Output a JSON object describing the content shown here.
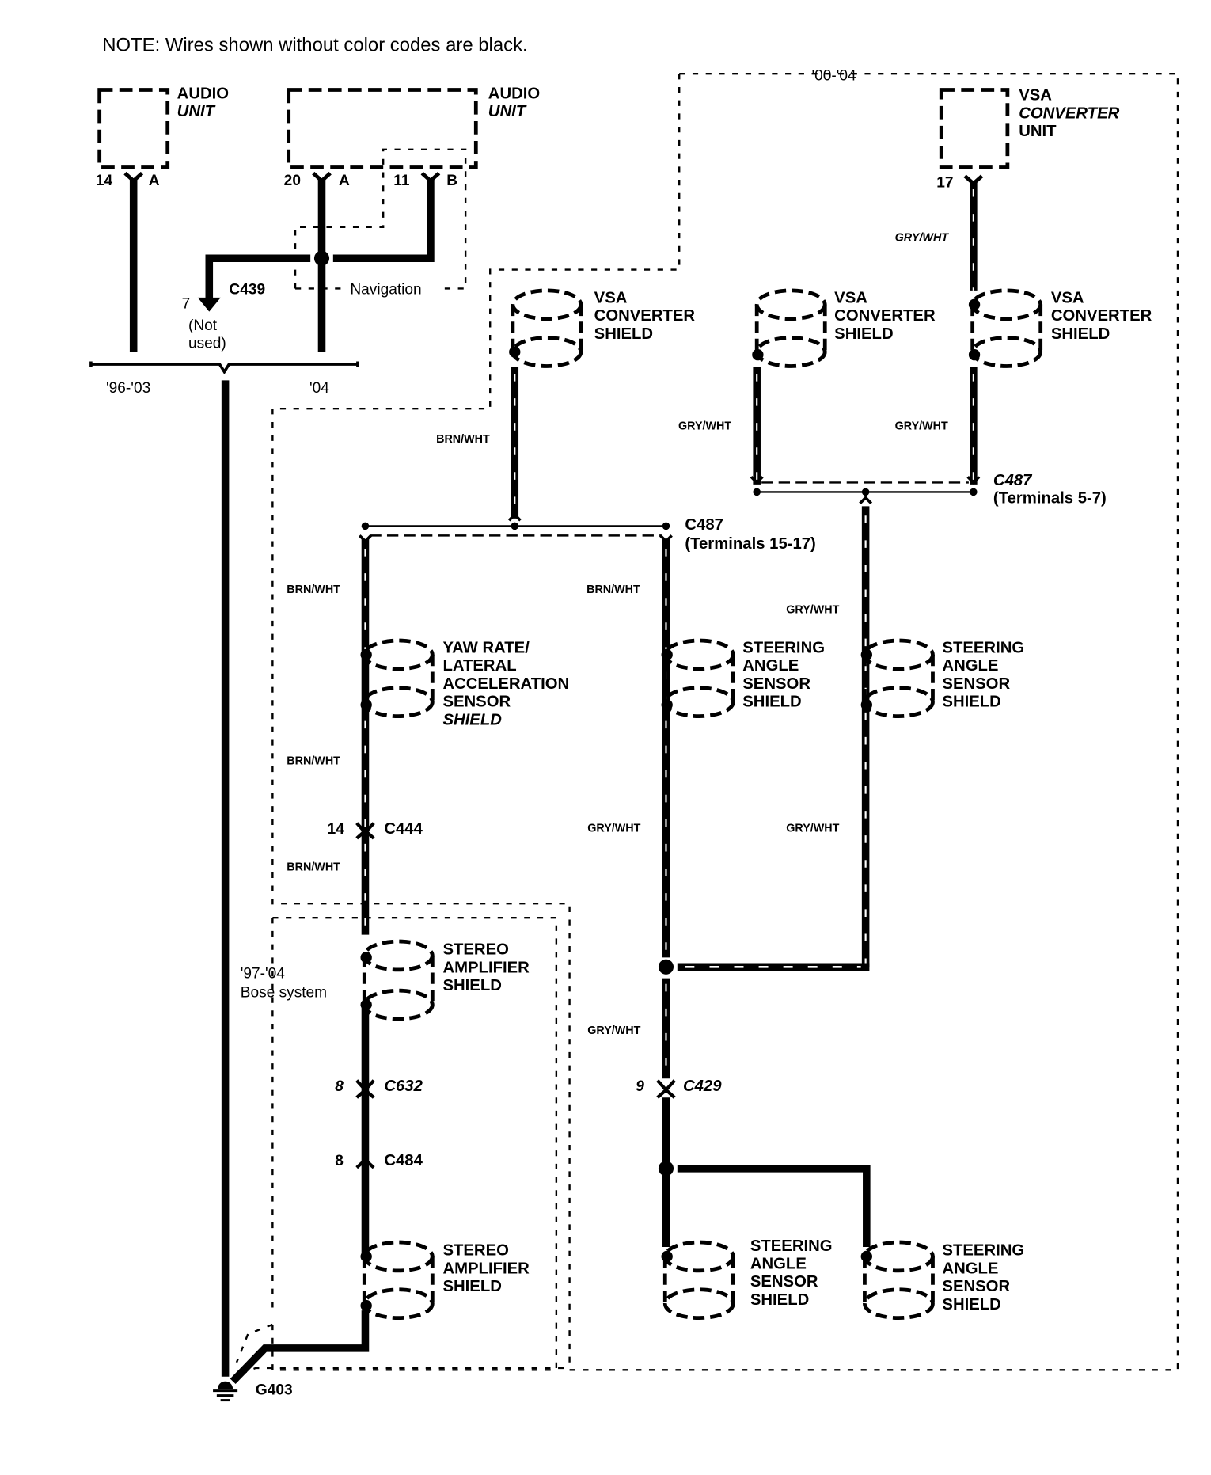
{
  "note": "NOTE: Wires shown without color codes are black.",
  "regions": {
    "vsa_years": "'00-'04",
    "bose_years": "'97-'04",
    "bose_label": "Bose system",
    "navigation": "Navigation",
    "audio_years_left": "'96-'03",
    "audio_years_right": "'04"
  },
  "components": {
    "audio_unit_1": {
      "line1": "AUDIO",
      "line2": "UNIT",
      "pin": "14",
      "connector": "A"
    },
    "audio_unit_2": {
      "line1": "AUDIO",
      "line2": "UNIT",
      "pin_a": "20",
      "connector_a": "A",
      "pin_b": "11",
      "connector_b": "B"
    },
    "vsa_converter_unit": {
      "line1": "VSA",
      "line2": "CONVERTER",
      "line3": "UNIT",
      "pin": "17"
    },
    "vsa_shield_1": {
      "line1": "VSA",
      "line2": "CONVERTER",
      "line3": "SHIELD"
    },
    "vsa_shield_2": {
      "line1": "VSA",
      "line2": "CONVERTER",
      "line3": "SHIELD"
    },
    "vsa_shield_3": {
      "line1": "VSA",
      "line2": "CONVERTER",
      "line3": "SHIELD"
    },
    "yaw_shield": {
      "line1": "YAW RATE/",
      "line2": "LATERAL",
      "line3": "ACCELERATION",
      "line4": "SENSOR",
      "line5": "SHIELD"
    },
    "steer_shield_1": {
      "line1": "STEERING",
      "line2": "ANGLE",
      "line3": "SENSOR",
      "line4": "SHIELD"
    },
    "steer_shield_2": {
      "line1": "STEERING",
      "line2": "ANGLE",
      "line3": "SENSOR",
      "line4": "SHIELD"
    },
    "steer_shield_3": {
      "line1": "STEERING",
      "line2": "ANGLE",
      "line3": "SENSOR",
      "line4": "SHIELD"
    },
    "steer_shield_4": {
      "line1": "STEERING",
      "line2": "ANGLE",
      "line3": "SENSOR",
      "line4": "SHIELD"
    },
    "amp_shield_1": {
      "line1": "STEREO",
      "line2": "AMPLIFIER",
      "line3": "SHIELD"
    },
    "amp_shield_2": {
      "line1": "STEREO",
      "line2": "AMPLIFIER",
      "line3": "SHIELD"
    }
  },
  "connectors": {
    "c439": {
      "name": "C439",
      "pin": "7",
      "status_line1": "(Not",
      "status_line2": "used)"
    },
    "c487_a": {
      "name": "C487",
      "terminals": "(Terminals 15-17)"
    },
    "c487_b": {
      "name": "C487",
      "terminals": "(Terminals 5-7)"
    },
    "c444": {
      "name": "C444",
      "pin": "14"
    },
    "c632": {
      "name": "C632",
      "pin": "8"
    },
    "c484": {
      "name": "C484",
      "pin": "8"
    },
    "c429": {
      "name": "C429",
      "pin": "9"
    },
    "g403": {
      "name": "G403"
    }
  },
  "wire_colors": {
    "brn_wht": "BRN/WHT",
    "gry_wht": "GRY/WHT"
  }
}
